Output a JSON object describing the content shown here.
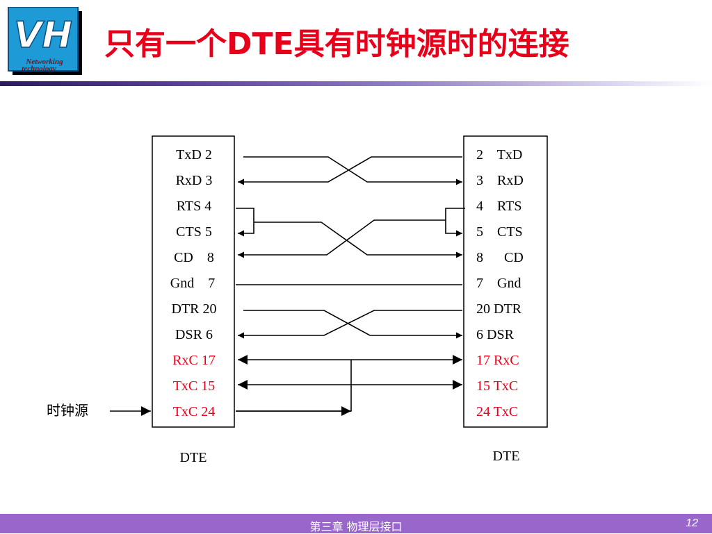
{
  "logo": {
    "letters": "VH",
    "line1": "Networking",
    "line2": "technology"
  },
  "title": "只有一个DTE具有时钟源时的连接",
  "left_dte": {
    "caption": "DTE",
    "pins": [
      "TxD 2",
      "RxD 3",
      "RTS 4",
      "CTS 5",
      "CD    8",
      "Gnd    7",
      "DTR 20",
      "DSR 6",
      "RxC 17",
      "TxC 15",
      "TxC 24"
    ]
  },
  "right_dte": {
    "caption": "DTE",
    "pins": [
      "2    TxD",
      "3    RxD",
      "4    RTS",
      "5    CTS",
      "8      CD",
      "7    Gnd",
      "20 DTR",
      "6 DSR",
      "17 RxC",
      "15 TxC",
      "24 TxC"
    ]
  },
  "clock_source_label": "时钟源",
  "colors": {
    "title": "#e8001a",
    "clock_pins": "#e8001a",
    "footer": "#9966cc"
  },
  "footer": {
    "chapter": "第三章  物理层接口",
    "page": "12"
  }
}
